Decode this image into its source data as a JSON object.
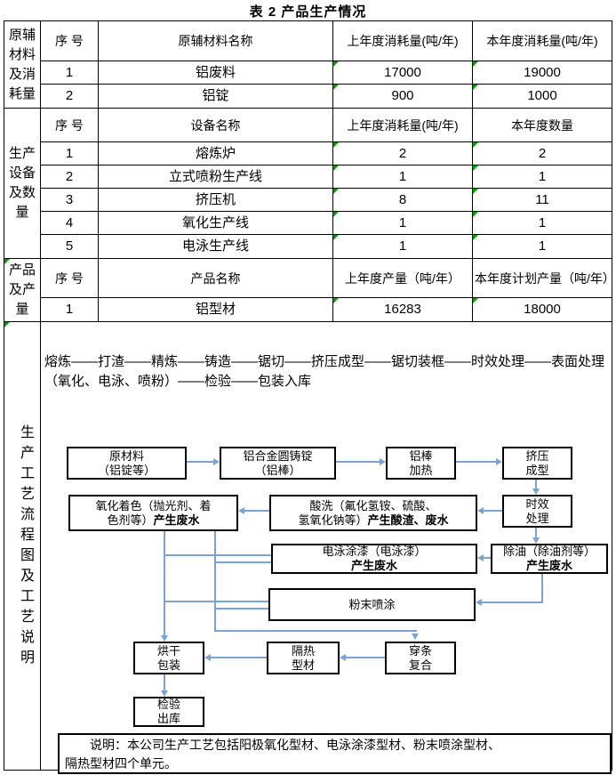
{
  "title": "表 2 产品生产情况",
  "colors": {
    "border": "#000000",
    "arrow_blue": "#7aa3d5",
    "flag_green": "#00a000",
    "background": "#ffffff"
  },
  "sections": [
    {
      "side": "原辅材料及消耗量",
      "header": [
        "序 号",
        "原辅材料名称",
        "上年度消耗量(吨/年)",
        "本年度消耗量(吨/年)"
      ],
      "rows": [
        [
          "1",
          "铝废料",
          "17000",
          "19000"
        ],
        [
          "2",
          "铝锭",
          "900",
          "1000"
        ]
      ]
    },
    {
      "side": "生产设备及数量",
      "header": [
        "序 号",
        "设备名称",
        "上年度消耗量(吨/年)",
        "本年度数量"
      ],
      "rows": [
        [
          "1",
          "熔炼炉",
          "2",
          "2"
        ],
        [
          "2",
          "立式喷粉生产线",
          "1",
          "1"
        ],
        [
          "3",
          "挤压机",
          "8",
          "11"
        ],
        [
          "4",
          "氧化生产线",
          "1",
          "1"
        ],
        [
          "5",
          "电泳生产线",
          "1",
          "1"
        ]
      ]
    },
    {
      "side": "产品及产量",
      "header": [
        "序 号",
        "产品名称",
        "上年度产量（吨/年）",
        "本年度计划产量（吨/年）"
      ],
      "rows": [
        [
          "1",
          "铝型材",
          "16283",
          "18000"
        ]
      ]
    }
  ],
  "process": {
    "side": "生产工艺流程图及工艺说明",
    "flow_text": "熔炼——打渣——精炼——铸造——锯切——挤压成型——锯切装框——时效处理——表面处理（氧化、电泳、喷粉）——检验——包装入库",
    "boxes": {
      "materials": {
        "l1": "原材料",
        "l2": "（铝锭等）"
      },
      "cast": {
        "l1": "铝合金圆铸锭",
        "l2": "（铝棒）"
      },
      "heat": {
        "l1": "铝棒",
        "l2": "加热"
      },
      "extrude": {
        "l1": "挤压",
        "l2": "成型"
      },
      "oxidize": {
        "l1": "氧化着色（抛光剂、着",
        "l2": "色剂等）",
        "l2b": "产生废水"
      },
      "acid": {
        "l1": "酸洗（氟化氢铵、硫酸、",
        "l2": "氢氧化钠等）",
        "l2b": "产生酸渣、废水"
      },
      "aging": {
        "l1": "时效",
        "l2": "处理"
      },
      "electro": {
        "l1": "电泳涂漆（电泳漆）",
        "l2b": "产生废水"
      },
      "degrease": {
        "l1": "除油（除油剂等）",
        "l2b": "产生废水"
      },
      "powder": {
        "l1": "粉末喷涂"
      },
      "dry": {
        "l1": "烘干",
        "l2": "包装"
      },
      "insulated": {
        "l1": "隔热",
        "l2": "型材"
      },
      "strip": {
        "l1": "穿条",
        "l2": "复合"
      },
      "inspect": {
        "l1": "检验",
        "l2": "出库"
      }
    },
    "note_line1": "说明：本公司生产工艺包括阳极氧化型材、电泳涂漆型材、粉末喷涂型材、",
    "note_line2": "隔热型材四个单元。"
  }
}
